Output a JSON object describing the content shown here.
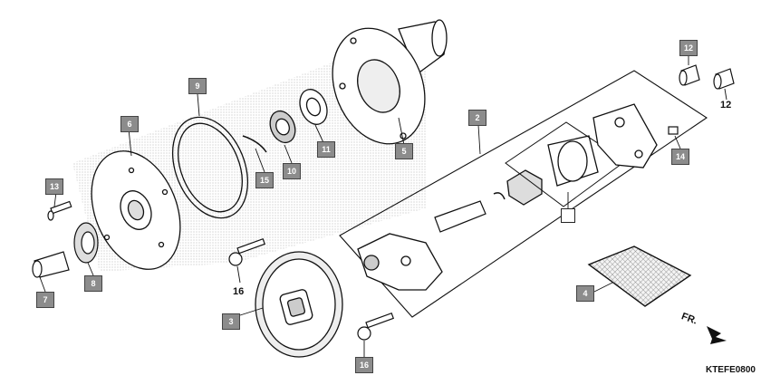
{
  "diagram": {
    "callouts": [
      {
        "id": "c1",
        "label": "12"
      },
      {
        "id": "c2",
        "label": "9"
      },
      {
        "id": "c3",
        "label": "6"
      },
      {
        "id": "c4",
        "label": "11"
      },
      {
        "id": "c5",
        "label": "10"
      },
      {
        "id": "c6",
        "label": "15"
      },
      {
        "id": "c7",
        "label": "5"
      },
      {
        "id": "c8",
        "label": "2"
      },
      {
        "id": "c9",
        "label": "14"
      },
      {
        "id": "c10",
        "label": "13"
      },
      {
        "id": "c11",
        "label": "7"
      },
      {
        "id": "c12",
        "label": "8"
      },
      {
        "id": "c13",
        "label": "3"
      },
      {
        "id": "c14",
        "label": "4"
      },
      {
        "id": "c15",
        "label": "16"
      }
    ],
    "plain_labels": {
      "p12": "12",
      "p16": "16"
    },
    "direction_label": "FR.",
    "diagram_code": "KTEFE0800"
  }
}
